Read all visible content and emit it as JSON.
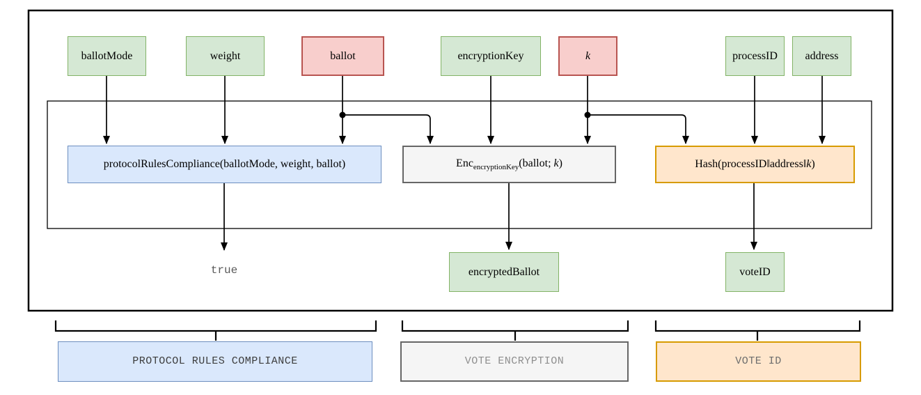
{
  "inputs": [
    {
      "label": "ballotMode",
      "type": "green"
    },
    {
      "label": "weight",
      "type": "green"
    },
    {
      "label": "ballot",
      "type": "red"
    },
    {
      "label": "encryptionKey",
      "type": "green"
    },
    {
      "label": "k",
      "type": "red"
    },
    {
      "label": "processID",
      "type": "green"
    },
    {
      "label": "address",
      "type": "green"
    }
  ],
  "functions": {
    "prc": {
      "label": "protocolRulesCompliance(ballotMode, weight, ballot)"
    },
    "enc": {
      "name": "Enc",
      "sub": "encryptionKey",
      "args_open": "(ballot; ",
      "k": "k",
      "args_close": ")"
    },
    "hash": {
      "pre": "Hash(processID",
      "sep1": "‖",
      "mid": "address",
      "sep2": "‖",
      "k": "k",
      "close": ")"
    }
  },
  "outputs": {
    "true_label": "true",
    "encrypted_ballot": "encryptedBallot",
    "vote_id": "voteID"
  },
  "sections": [
    {
      "label": "PROTOCOL RULES COMPLIANCE"
    },
    {
      "label": "VOTE ENCRYPTION"
    },
    {
      "label": "VOTE ID"
    }
  ],
  "colors": {
    "green_fill": "#d5e8d4",
    "green_border": "#82b366",
    "red_fill": "#f8cecc",
    "red_border": "#b85450",
    "blue_fill": "#dae8fc",
    "blue_border": "#6c8ebf",
    "gray_fill": "#f5f5f5",
    "gray_border": "#666666",
    "orange_fill": "#ffe6cc",
    "orange_border": "#d79b00",
    "line": "#000000",
    "muted_text": "#595959"
  }
}
